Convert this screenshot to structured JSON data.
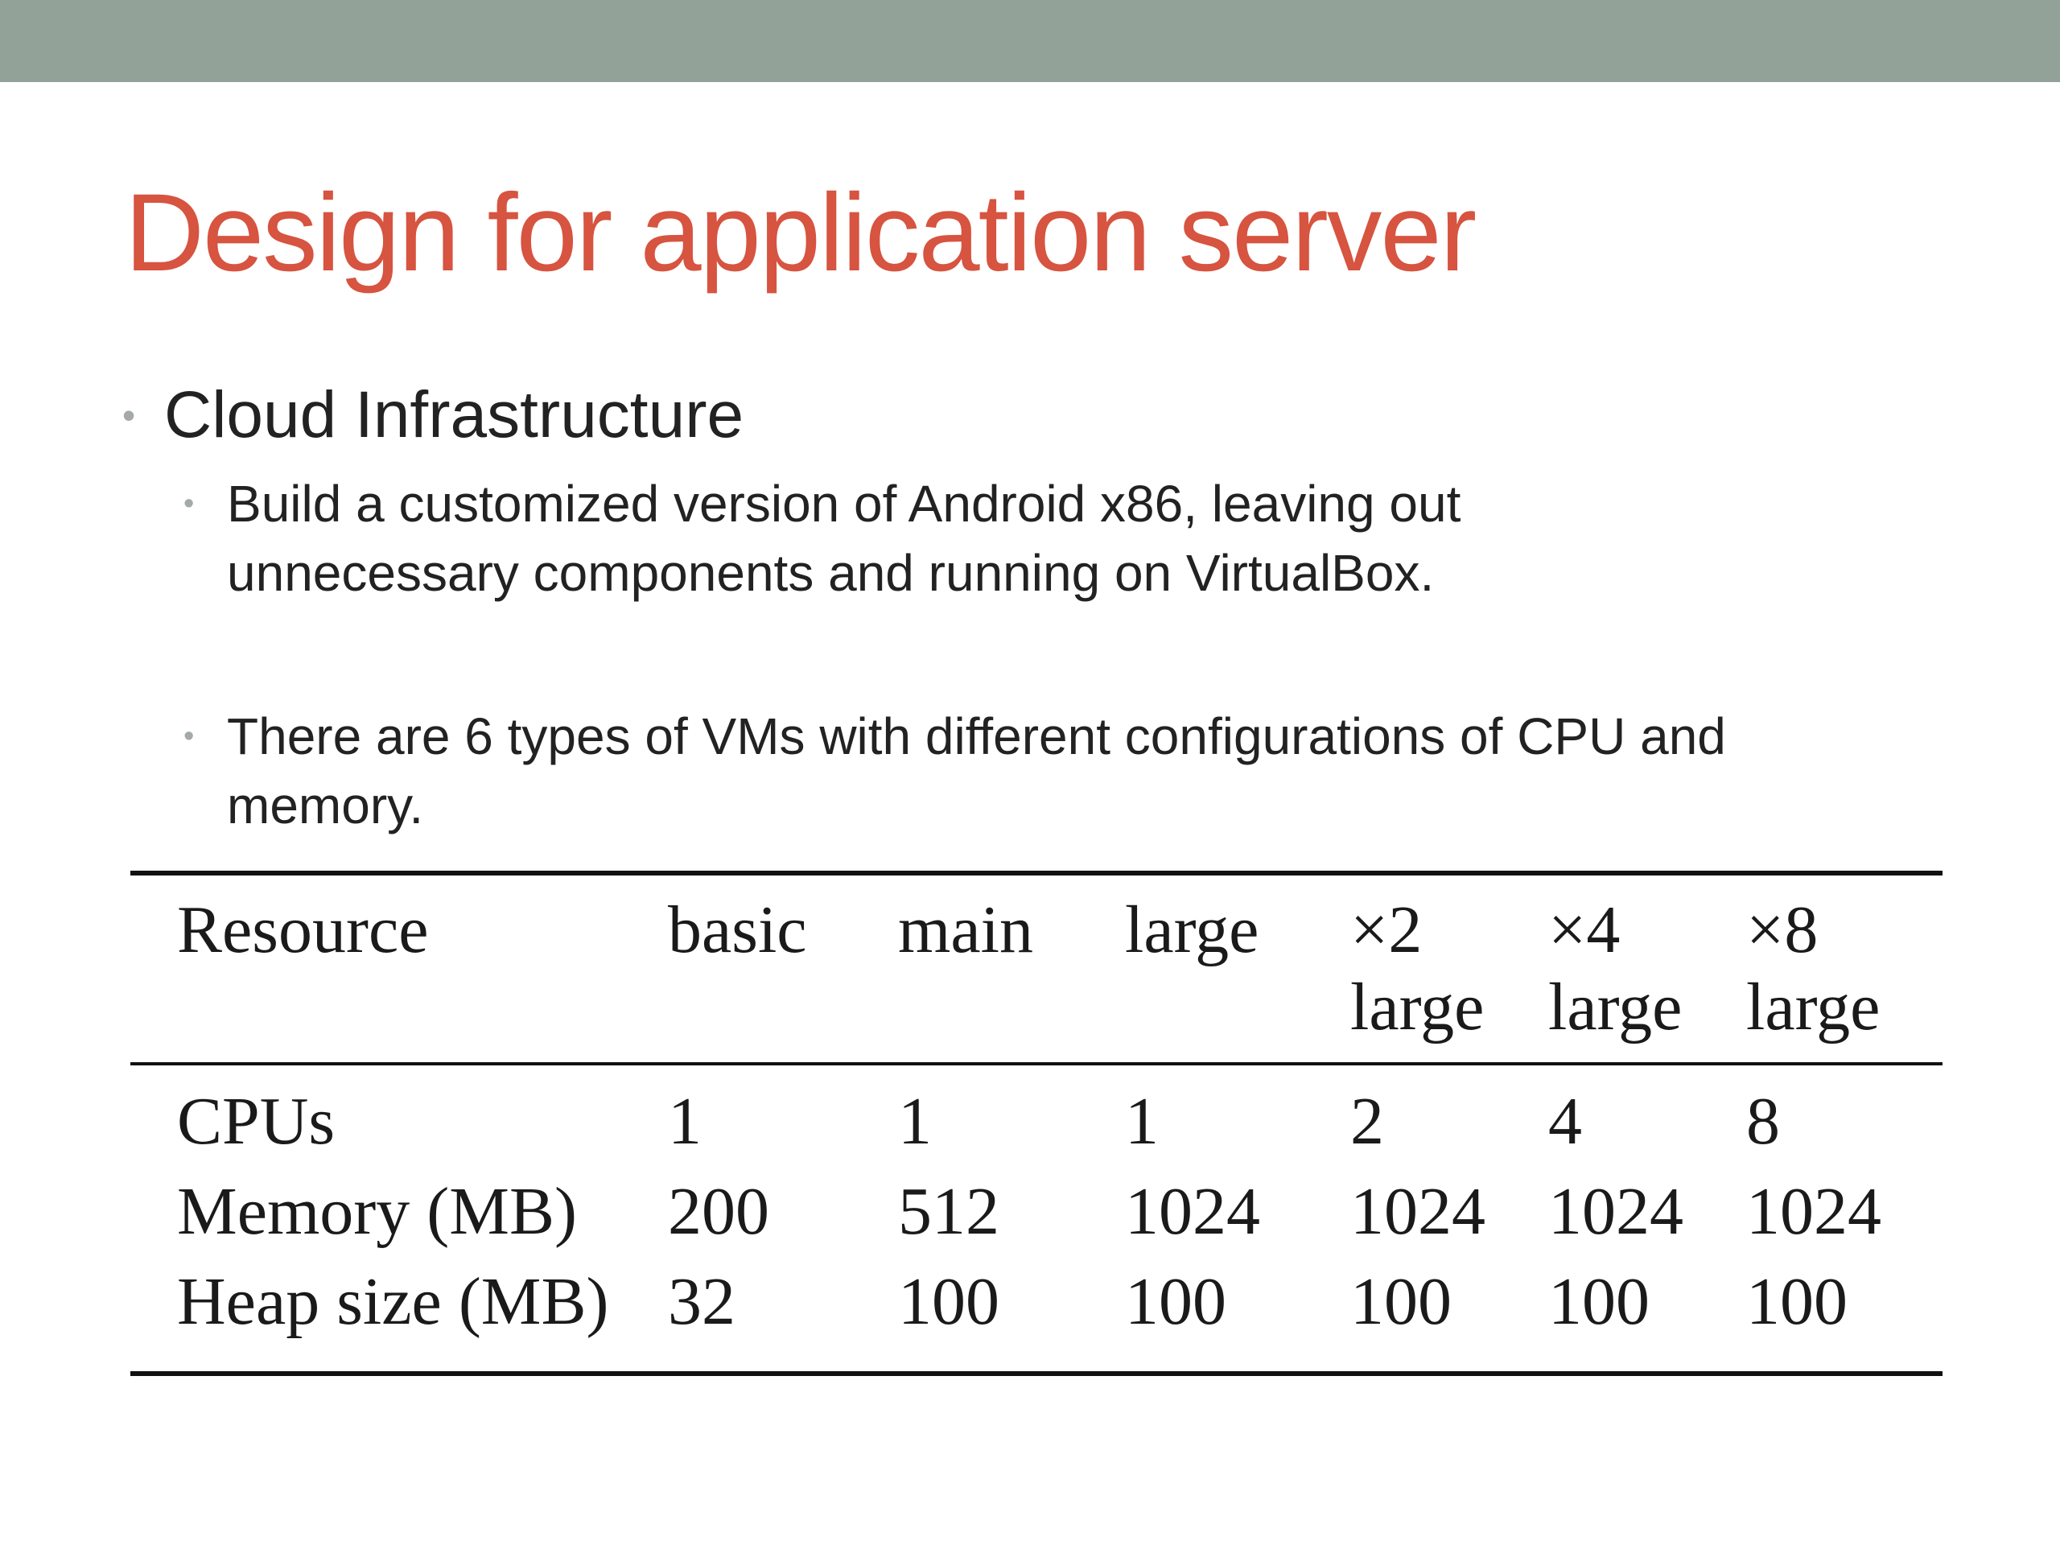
{
  "slide": {
    "title": "Design for application server",
    "bullets": {
      "level1": "Cloud Infrastructure",
      "level2_a": "Build a customized version of Android x86, leaving out\nunnecessary components and running on VirtualBox.",
      "level2_b": "There are 6 types of VMs with different configurations of CPU and\nmemory.",
      "bullet_glyph": "•"
    },
    "colors": {
      "top_band": "#93a299",
      "title": "#d65440",
      "bullet": "#a4aba6",
      "text": "#222222"
    }
  },
  "table": {
    "headers": [
      {
        "line1": "Resource",
        "line2": ""
      },
      {
        "line1": "basic",
        "line2": ""
      },
      {
        "line1": "main",
        "line2": ""
      },
      {
        "line1": "large",
        "line2": ""
      },
      {
        "line1": "×2",
        "line2": "large"
      },
      {
        "line1": "×4",
        "line2": "large"
      },
      {
        "line1": "×8",
        "line2": "large"
      }
    ],
    "rows": [
      [
        "CPUs",
        "1",
        "1",
        "1",
        "2",
        "4",
        "8"
      ],
      [
        "Memory (MB)",
        "200",
        "512",
        "1024",
        "1024",
        "1024",
        "1024"
      ],
      [
        "Heap size (MB)",
        "32",
        "100",
        "100",
        "100",
        "100",
        "100"
      ]
    ]
  }
}
